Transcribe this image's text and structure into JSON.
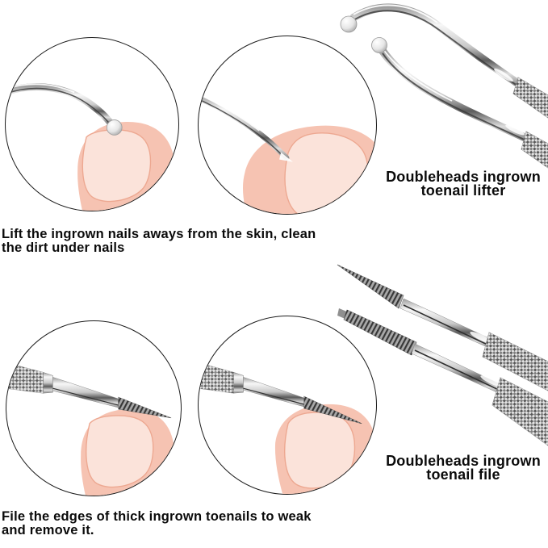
{
  "sections": {
    "lifter": {
      "caption_lines": [
        "Doubleheads ingrown",
        "toenail lifter"
      ],
      "instruction_lines": [
        "Lift the ingrown nails aways from the skin, clean",
        "the dirt under nails"
      ]
    },
    "file": {
      "caption_lines": [
        "Doubleheads ingrown",
        "toenail file"
      ],
      "instruction_lines": [
        "File the edges of thick ingrown toenails to weak",
        "and remove it."
      ]
    }
  },
  "icons": {
    "lifter_demo_1": "lifter-ball-tip-on-nail-edge",
    "lifter_demo_2": "lifter-tip-under-nail",
    "file_demo_1": "file-over-nail",
    "file_demo_2": "file-on-nail-edge",
    "lifter_product": "two-doublehead-lifter-tools",
    "file_product": "two-doublehead-file-tools"
  },
  "colors": {
    "skin": "#f6c3b2",
    "nail": "#fbe3da",
    "nail_stroke": "#eda891",
    "text": "#0b0b0b",
    "circle_border": "#1c1c1c",
    "steel_dark": "#5c5c5c",
    "steel_light": "#f7f7f7"
  }
}
